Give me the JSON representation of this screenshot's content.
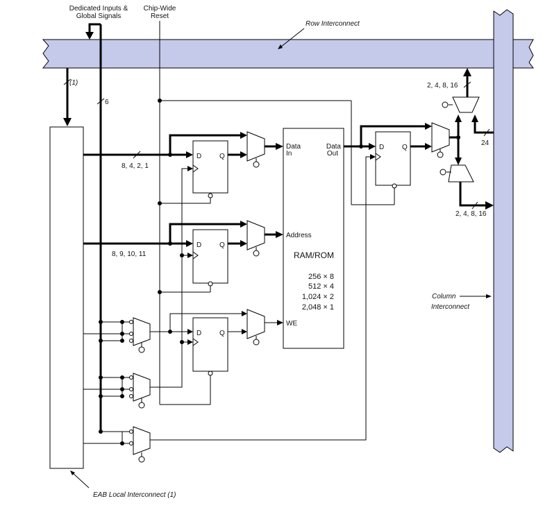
{
  "labels": {
    "dedicated_inputs": [
      "Dedicated Inputs &",
      "Global Signals"
    ],
    "chip_wide_reset": [
      "Chip-Wide",
      "Reset"
    ],
    "row_interconnect": "Row Interconnect",
    "column_interconnect": [
      "Column",
      "Interconnect"
    ],
    "eab_local_interconnect": "EAB Local Interconnect (1)",
    "bus_note_1": "(1)",
    "bus_6": "6",
    "bus_data_in_widths": "8, 4, 2, 1",
    "bus_address_widths": "8, 9, 10, 11",
    "bus_top_right_widths": "2, 4, 8, 16",
    "bus_bottom_right_widths": "2, 4, 8, 16",
    "bus_24": "24"
  },
  "ram": {
    "title": "RAM/ROM",
    "configs": [
      "256 × 8",
      "512 × 4",
      "1,024 × 2",
      "2,048 × 1"
    ],
    "ports": {
      "data_in": [
        "Data",
        "In"
      ],
      "data_out": [
        "Data",
        "Out"
      ],
      "address": "Address",
      "we": "WE"
    }
  },
  "flipflops": {
    "d_label": "D",
    "q_label": "Q"
  }
}
